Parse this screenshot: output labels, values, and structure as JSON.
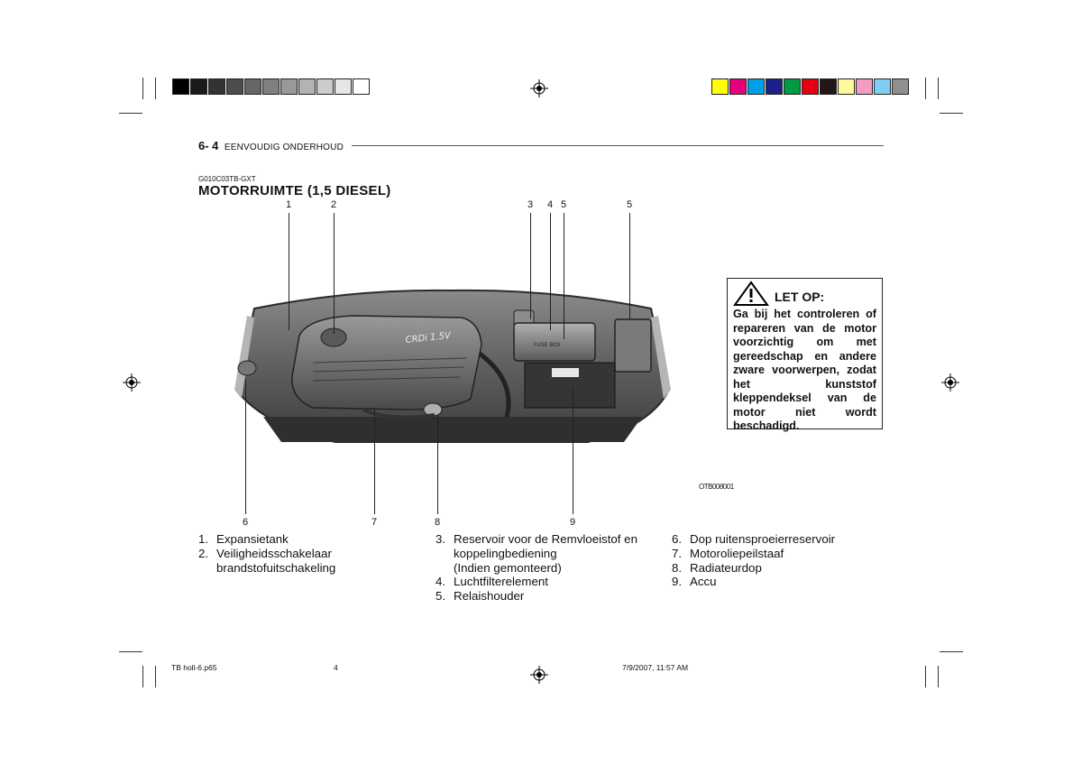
{
  "header": {
    "page_number": "6- 4",
    "chapter": "EENVOUDIG ONDERHOUD"
  },
  "section": {
    "code": "G010C03TB-GXT",
    "title": "MOTORRUIMTE (1,5 DIESEL)"
  },
  "figure": {
    "engine_cover_text": "CRDi 1.5V",
    "fuse_label": "FUSE BOX",
    "photo_code": "OTB008001",
    "top_callouts": [
      "1",
      "2",
      "3",
      "4",
      "5",
      "5"
    ],
    "bottom_callouts": [
      "6",
      "7",
      "8",
      "9"
    ]
  },
  "warning": {
    "label": "LET OP:",
    "text": "Ga bij het controleren of repareren van de motor voorzichtig om met gereedschap en andere zware voorwerpen, zodat het kunststof kleppendeksel van de motor niet wordt beschadigd."
  },
  "legend": {
    "col1": [
      {
        "num": "1.",
        "text": "Expansietank"
      },
      {
        "num": "2.",
        "text": "Veiligheidsschakelaar\nbrandstofuitschakeling"
      }
    ],
    "col2": [
      {
        "num": "3.",
        "text": "Reservoir voor de Remvloeistof en\nkoppelingbediening\n(Indien gemonteerd)"
      },
      {
        "num": "4.",
        "text": "Luchtfilterelement"
      },
      {
        "num": "5.",
        "text": "Relaishouder"
      }
    ],
    "col3": [
      {
        "num": "6.",
        "text": "Dop ruitensproeierreservoir"
      },
      {
        "num": "7.",
        "text": "Motoroliepeilstaaf"
      },
      {
        "num": "8.",
        "text": "Radiateurdop"
      },
      {
        "num": "9.",
        "text": "Accu"
      }
    ]
  },
  "footer": {
    "file": "TB holl-6.p65",
    "page": "4",
    "datetime": "7/9/2007, 11:57 AM"
  },
  "colors": {
    "gray_bar": [
      "#000000",
      "#1a1a1a",
      "#333333",
      "#4d4d4d",
      "#666666",
      "#808080",
      "#999999",
      "#b3b3b3",
      "#cccccc",
      "#e6e6e6",
      "#ffffff"
    ],
    "color_bar": [
      "#ffff00",
      "#e6007e",
      "#00a0e9",
      "#1d2088",
      "#009944",
      "#e60012",
      "#231815",
      "#fff799",
      "#f29ec2",
      "#7ecef4",
      "#8f8f8f"
    ]
  }
}
